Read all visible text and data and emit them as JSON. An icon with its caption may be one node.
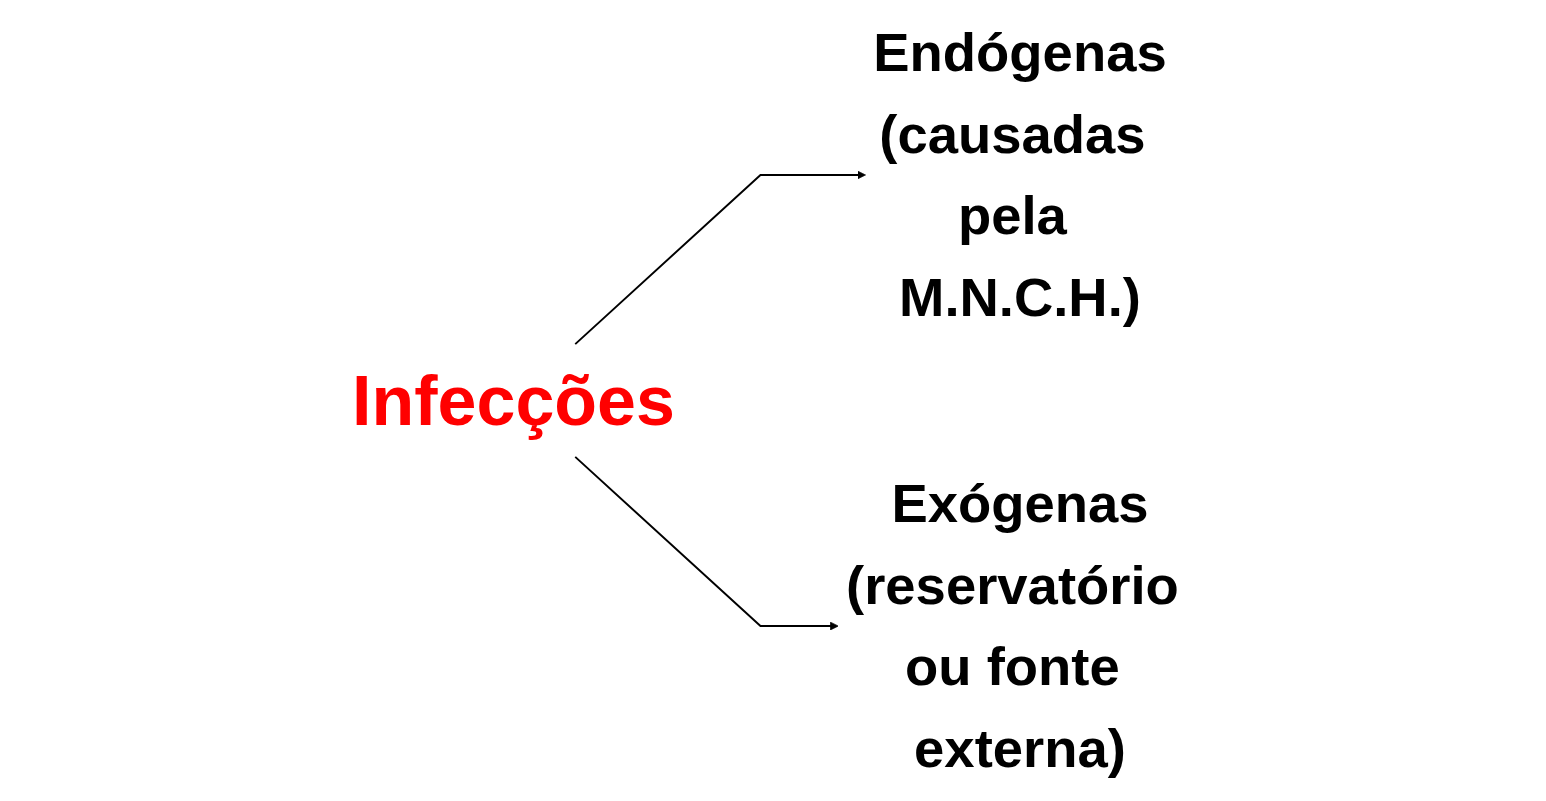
{
  "diagram": {
    "nodes": [
      {
        "text": [
          "Infecções"
        ]
      },
      {
        "text": [
          "Endógenas",
          "(causadas pela M.N.C.H.)"
        ]
      },
      {
        "text": [
          "Exógenas",
          "(reservatório ou fonte externa)"
        ]
      }
    ],
    "edges": [
      {
        "from": 0,
        "to": 1,
        "arrow": "to"
      },
      {
        "from": 0,
        "to": 2,
        "arrow": "to"
      }
    ]
  }
}
